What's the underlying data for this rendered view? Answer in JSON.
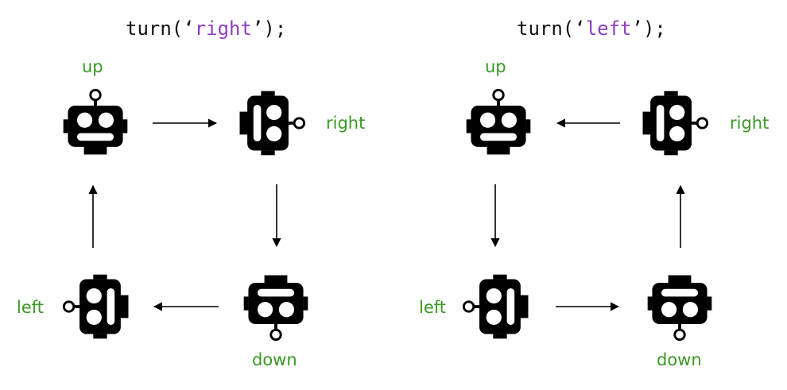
{
  "panels": [
    {
      "code_prefix": "turn(‘",
      "code_arg": "right",
      "code_suffix": "’);",
      "labels": {
        "up": "up",
        "right": "right",
        "down": "down",
        "left": "left"
      }
    },
    {
      "code_prefix": "turn(‘",
      "code_arg": "left",
      "code_suffix": "’);",
      "labels": {
        "up": "up",
        "right": "right",
        "down": "down",
        "left": "left"
      }
    }
  ],
  "colors": {
    "code_argument": "#8a3fc4",
    "direction_label": "#3a9a25",
    "robot": "#000000"
  },
  "icons": [
    "robot-icon-up",
    "robot-icon-right",
    "robot-icon-down",
    "robot-icon-left",
    "arrow"
  ]
}
